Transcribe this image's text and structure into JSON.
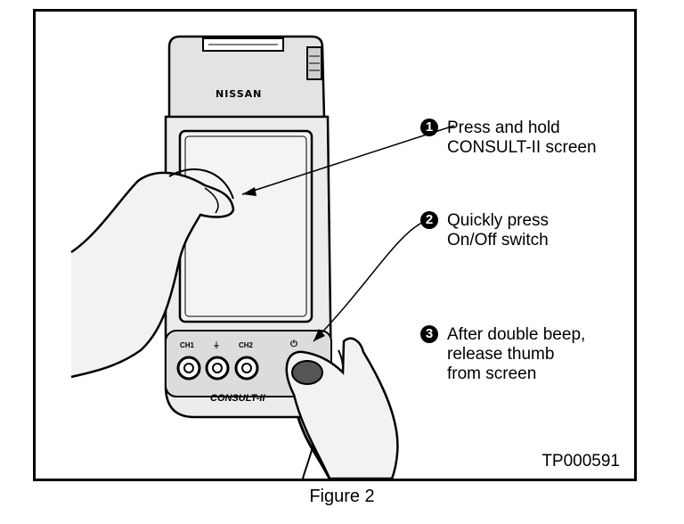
{
  "figure": {
    "caption": "Figure 2",
    "code": "TP000591"
  },
  "device": {
    "brand": "NISSAN",
    "model": "CONSULT-II",
    "ports": [
      "CH1",
      "⏚",
      "CH2"
    ],
    "power_symbol": "⏻"
  },
  "steps": [
    {
      "number": "1",
      "lines": [
        "Press and hold",
        "CONSULT-II screen"
      ]
    },
    {
      "number": "2",
      "lines": [
        "Quickly press",
        "On/Off switch"
      ]
    },
    {
      "number": "3",
      "lines": [
        "After double beep,",
        "release thumb",
        "from screen"
      ]
    }
  ]
}
